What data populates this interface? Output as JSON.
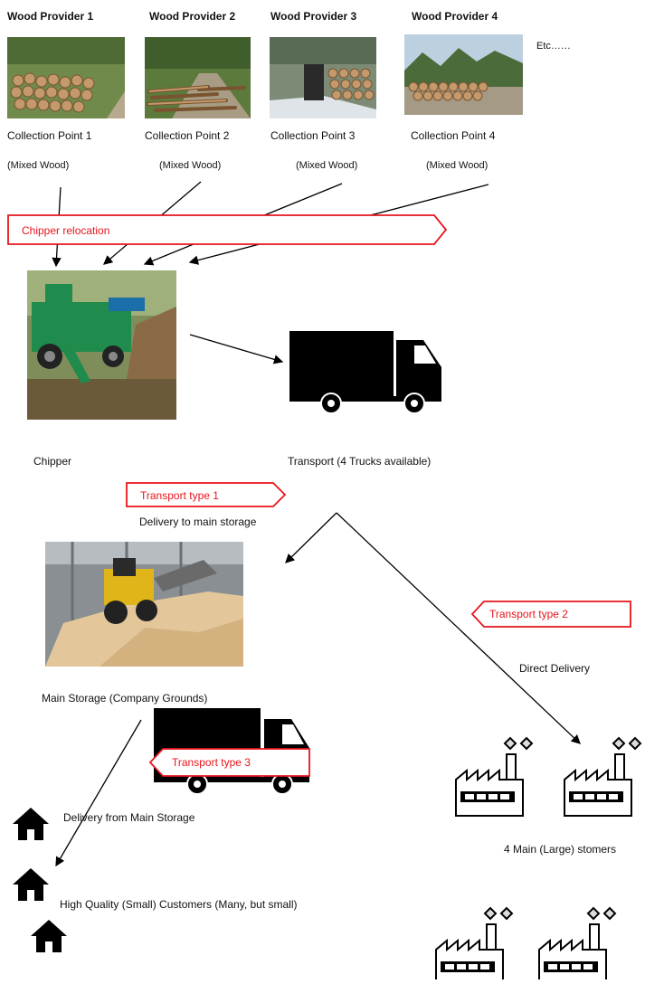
{
  "providers": [
    {
      "name": "Wood Provider 1",
      "point": "Collection Point 1",
      "type": "(Mixed Wood)"
    },
    {
      "name": "Wood Provider 2",
      "point": "Collection Point 2",
      "type": "(Mixed Wood)"
    },
    {
      "name": "Wood Provider 3",
      "point": "Collection Point 3",
      "type": "(Mixed Wood)"
    },
    {
      "name": "Wood Provider 4",
      "point": "Collection Point 4",
      "type": "(Mixed Wood)"
    }
  ],
  "etc": "Etc……",
  "callouts": {
    "chipper_relocation": "Chipper relocation",
    "transport1": "Transport type 1",
    "transport2": "Transport type 2",
    "transport3": "Transport type 3"
  },
  "labels": {
    "chipper": "Chipper",
    "transport": "Transport (4 Trucks available)",
    "delivery_main": "Delivery to main storage",
    "main_storage": "Main Storage (Company Grounds)",
    "direct_delivery": "Direct   Delivery",
    "delivery_from_main": "Delivery from Main Storage",
    "main_customers": "4 Main (Large) stomers",
    "small_customers": "High Quality (Small) Customers (Many, but small)"
  },
  "colors": {
    "callout": "#e8141c",
    "machine_green": "#1f8b4c",
    "wood": "#9b6b3c"
  },
  "icons": [
    "house-icon",
    "factory-icon",
    "truck-icon"
  ]
}
